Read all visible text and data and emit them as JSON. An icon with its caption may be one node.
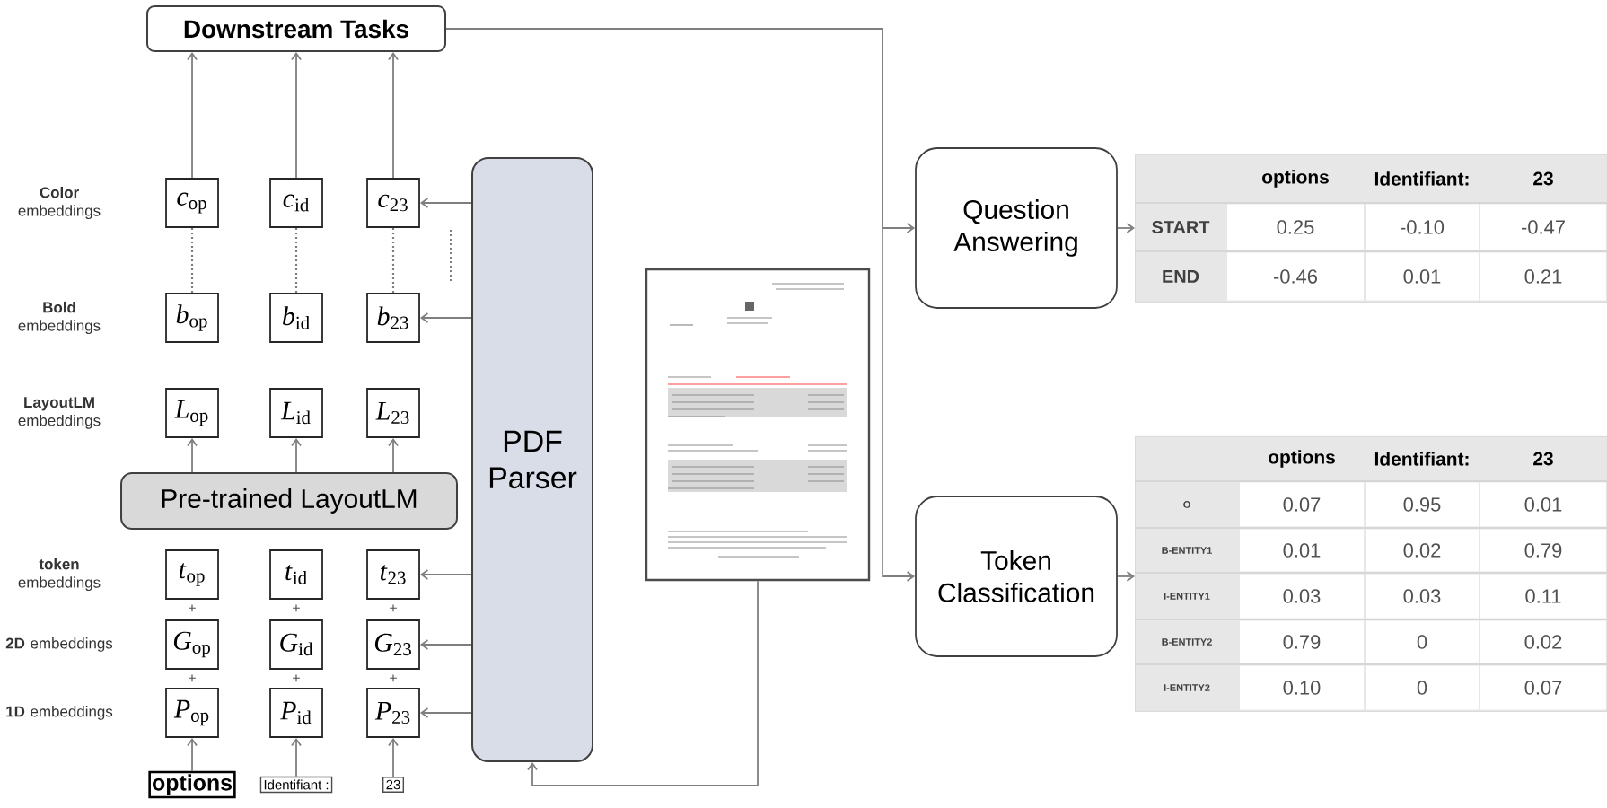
{
  "diagram": {
    "nodes": [
      {
        "text": [
          "Downstream Tasks"
        ]
      },
      {
        "text": [
          "*c*$_{op}$"
        ]
      },
      {
        "text": [
          "*c*$_{id}$"
        ]
      },
      {
        "text": [
          "*c*$_{23}$"
        ]
      },
      {
        "text": [
          "*b*$_{op}$"
        ]
      },
      {
        "text": [
          "*b*$_{id}$"
        ]
      },
      {
        "text": [
          "*b*$_{23}$"
        ]
      },
      {
        "text": [
          "*L*$_{op}$"
        ]
      },
      {
        "text": [
          "*L*$_{id}$"
        ]
      },
      {
        "text": [
          "*L*$_{23}$"
        ]
      },
      {
        "text": [
          "Pre-trained LayoutLM"
        ]
      },
      {
        "text": [
          "*t*$_{op}$"
        ]
      },
      {
        "text": [
          "*t*$_{id}$"
        ]
      },
      {
        "text": [
          "*t*$_{23}$"
        ]
      },
      {
        "text": [
          "*G*$_{op}$"
        ]
      },
      {
        "text": [
          "*G*$_{id}$"
        ]
      },
      {
        "text": [
          "*G*$_{23}$"
        ]
      },
      {
        "text": [
          "*P*$_{op}$"
        ]
      },
      {
        "text": [
          "*P*$_{id}$"
        ]
      },
      {
        "text": [
          "*P*$_{23}$"
        ]
      },
      {
        "text": [
          "options"
        ]
      },
      {
        "text": [
          "Identifiant :"
        ]
      },
      {
        "text": [
          "23"
        ]
      },
      {
        "text": [
          "PDF Parser"
        ]
      },
      {
        "text": [],
        "shape": "picture"
      },
      {
        "text": [
          "Question Answering"
        ]
      },
      {
        "text": [
          "Token Classification"
        ]
      },
      {
        "text": [
          "options",
          "Identifiant:",
          "23",
          "START",
          "0.25",
          "-0.10",
          "-0.47",
          "END",
          "-0.46",
          "0.01",
          "0.21"
        ]
      },
      {
        "text": [
          "options",
          "Identifiant:",
          "23",
          "O",
          "0.07",
          "0.95",
          "0.01",
          "B-ENTITY1",
          "0.01",
          "0.02",
          "0.79",
          "I-ENTITY1",
          "0.03",
          "0.03",
          "0.11",
          "B-ENTITY2",
          "0.79",
          "0",
          "0.02",
          "I-ENTITY2",
          "0.10",
          "0",
          "0.07"
        ]
      }
    ],
    "edges": [
      {
        "from": 1,
        "to": 0,
        "arrow": "to"
      },
      {
        "from": 2,
        "to": 0,
        "arrow": "to"
      },
      {
        "from": 3,
        "to": 0,
        "arrow": "to"
      },
      {
        "from": 1,
        "to": 4,
        "arrow": "none",
        "style": "dashed"
      },
      {
        "from": 2,
        "to": 5,
        "arrow": "none",
        "style": "dashed"
      },
      {
        "from": 3,
        "to": 6,
        "arrow": "none",
        "style": "dashed"
      },
      {
        "from": 10,
        "to": 7,
        "arrow": "to"
      },
      {
        "from": 10,
        "to": 8,
        "arrow": "to"
      },
      {
        "from": 10,
        "to": 9,
        "arrow": "to"
      },
      {
        "from": 20,
        "to": 17,
        "arrow": "to"
      },
      {
        "from": 21,
        "to": 18,
        "arrow": "to"
      },
      {
        "from": 22,
        "to": 19,
        "arrow": "to"
      },
      {
        "from": 23,
        "to": 3,
        "arrow": "to"
      },
      {
        "from": 23,
        "to": 6,
        "arrow": "to"
      },
      {
        "from": 23,
        "to": 13,
        "arrow": "to"
      },
      {
        "from": 23,
        "to": 16,
        "arrow": "to"
      },
      {
        "from": 23,
        "to": 19,
        "arrow": "to"
      },
      {
        "from": 24,
        "to": 23,
        "arrow": "to"
      },
      {
        "from": 0,
        "to": 25,
        "arrow": "to"
      },
      {
        "from": 0,
        "to": 26,
        "arrow": "to"
      },
      {
        "from": 25,
        "to": 27,
        "arrow": "to"
      },
      {
        "from": 26,
        "to": 28,
        "arrow": "to"
      }
    ],
    "labels": [
      "**Color** embeddings",
      "**Bold** embeddings",
      "**LayoutLM** embeddings",
      "**token** embeddings",
      "+",
      "+",
      "+",
      "**2D** embeddings",
      "+",
      "+",
      "+",
      "**1D** embeddings"
    ]
  }
}
